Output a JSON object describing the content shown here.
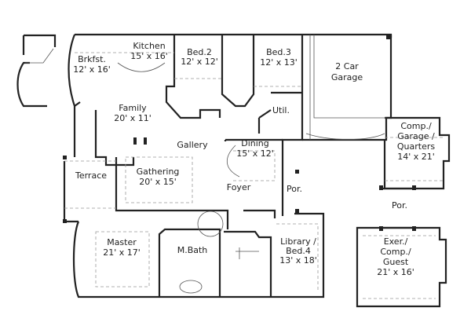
{
  "plan": {
    "rooms": [
      {
        "id": "kitchen",
        "lines": [
          "Kitchen",
          "15' x 16'"
        ]
      },
      {
        "id": "breakfast",
        "lines": [
          "Brkfst.",
          "12' x 16'"
        ]
      },
      {
        "id": "bed2",
        "lines": [
          "Bed.2",
          "12' x 12'"
        ]
      },
      {
        "id": "bed3",
        "lines": [
          "Bed.3",
          "12' x 13'"
        ]
      },
      {
        "id": "garage",
        "lines": [
          "2 Car",
          "Garage"
        ]
      },
      {
        "id": "family",
        "lines": [
          "Family",
          "20' x 11'"
        ]
      },
      {
        "id": "utility",
        "lines": [
          "Util."
        ]
      },
      {
        "id": "comp-garage-quarters",
        "lines": [
          "Comp./",
          "Garage /",
          "Quarters",
          "14' x 21'"
        ]
      },
      {
        "id": "gallery",
        "lines": [
          "Gallery"
        ]
      },
      {
        "id": "dining",
        "lines": [
          "Dining",
          "15' x 12'"
        ]
      },
      {
        "id": "terrace",
        "lines": [
          "Terrace"
        ]
      },
      {
        "id": "gathering",
        "lines": [
          "Gathering",
          "20' x 15'"
        ]
      },
      {
        "id": "foyer",
        "lines": [
          "Foyer"
        ]
      },
      {
        "id": "porch-front",
        "lines": [
          "Por."
        ]
      },
      {
        "id": "porch-side",
        "lines": [
          "Por."
        ]
      },
      {
        "id": "master",
        "lines": [
          "Master",
          "21' x 17'"
        ]
      },
      {
        "id": "master-bath",
        "lines": [
          "M.Bath"
        ]
      },
      {
        "id": "library",
        "lines": [
          "Library /",
          "Bed.4",
          "13' x 18'"
        ]
      },
      {
        "id": "guest",
        "lines": [
          "Exer./",
          "Comp./",
          "Guest",
          "21' x 16'"
        ]
      }
    ]
  }
}
